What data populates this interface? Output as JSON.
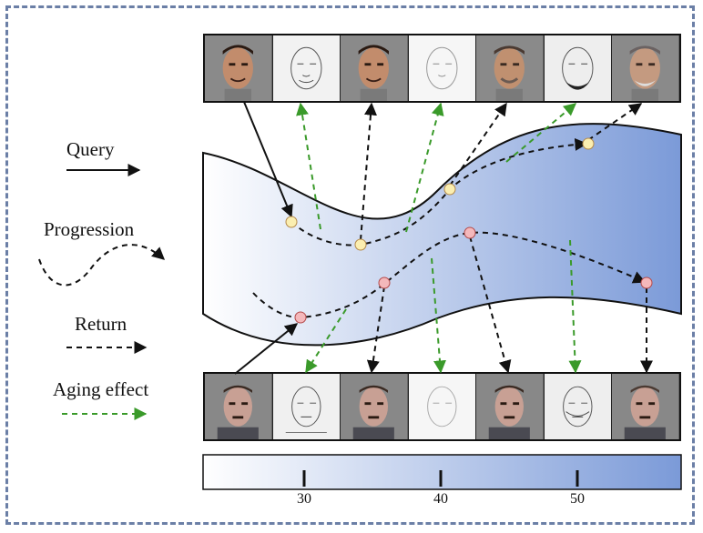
{
  "legend": {
    "query": "Query",
    "progression": "Progression",
    "return": "Return",
    "aging_effect": "Aging effect"
  },
  "colorbar": {
    "ticks": [
      "30",
      "40",
      "50"
    ],
    "start_color": "#ffffff",
    "end_color": "#7b9ad8"
  },
  "top_strip": {
    "tiles": [
      "face",
      "sketch",
      "face",
      "sketch",
      "face",
      "sketch",
      "face"
    ]
  },
  "bottom_strip": {
    "tiles": [
      "face",
      "sketch",
      "face",
      "sketch",
      "face",
      "sketch",
      "face"
    ]
  },
  "colors": {
    "black_arrow": "#111111",
    "green_arrow": "#3a9a2a",
    "yellow_node": "#fbeeb0",
    "pink_node": "#f4b8bb",
    "manifold_start": "#ffffff",
    "manifold_end": "#7b9ad8",
    "frame": "#6b7fa6"
  }
}
